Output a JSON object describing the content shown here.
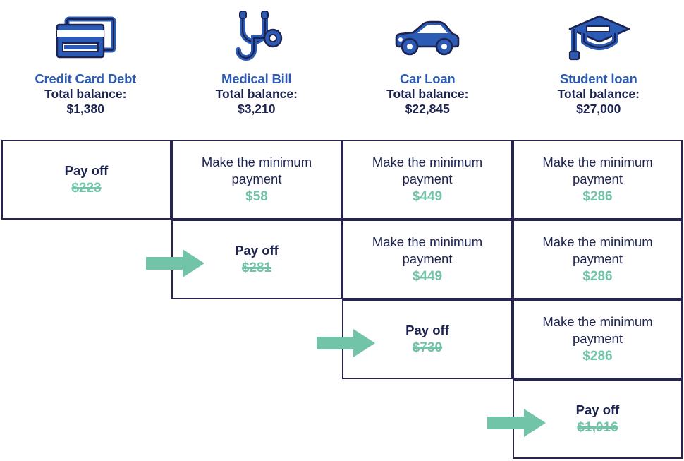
{
  "debts": [
    {
      "icon": "credit-cards-icon",
      "name": "Credit Card Debt",
      "balance_label": "Total balance:",
      "balance": "$1,380"
    },
    {
      "icon": "stethoscope-icon",
      "name": "Medical Bill",
      "balance_label": "Total balance:",
      "balance": "$3,210"
    },
    {
      "icon": "car-icon",
      "name": "Car Loan",
      "balance_label": "Total balance:",
      "balance": "$22,845"
    },
    {
      "icon": "graduation-cap-icon",
      "name": "Student loan",
      "balance_label": "Total balance:",
      "balance": "$27,000"
    }
  ],
  "rows": [
    {
      "cells": [
        {
          "action": "Pay off",
          "amount": "$223",
          "type": "payoff",
          "struck": true
        },
        {
          "action": "Make the minimum payment",
          "amount": "$58",
          "type": "minimum",
          "struck": false
        },
        {
          "action": "Make the minimum payment",
          "amount": "$449",
          "type": "minimum",
          "struck": false
        },
        {
          "action": "Make the minimum payment",
          "amount": "$286",
          "type": "minimum",
          "struck": false
        }
      ]
    },
    {
      "cells": [
        {
          "action": "Pay off",
          "amount": "$281",
          "type": "payoff",
          "struck": true
        },
        {
          "action": "Make the minimum payment",
          "amount": "$449",
          "type": "minimum",
          "struck": false
        },
        {
          "action": "Make the minimum payment",
          "amount": "$286",
          "type": "minimum",
          "struck": false
        }
      ]
    },
    {
      "cells": [
        {
          "action": "Pay off",
          "amount": "$730",
          "type": "payoff",
          "struck": true
        },
        {
          "action": "Make the minimum payment",
          "amount": "$286",
          "type": "minimum",
          "struck": false
        }
      ]
    },
    {
      "cells": [
        {
          "action": "Pay off",
          "amount": "$1,016",
          "type": "payoff",
          "struck": true
        }
      ]
    }
  ],
  "arrows": [
    {
      "name": "snowball-arrow-to-medical-bill"
    },
    {
      "name": "snowball-arrow-to-car-loan"
    },
    {
      "name": "snowball-arrow-to-student-loan"
    }
  ],
  "colors": {
    "title_blue": "#2b5bb5",
    "navy": "#262450",
    "green": "#72c4a8",
    "background": "#ffffff"
  }
}
